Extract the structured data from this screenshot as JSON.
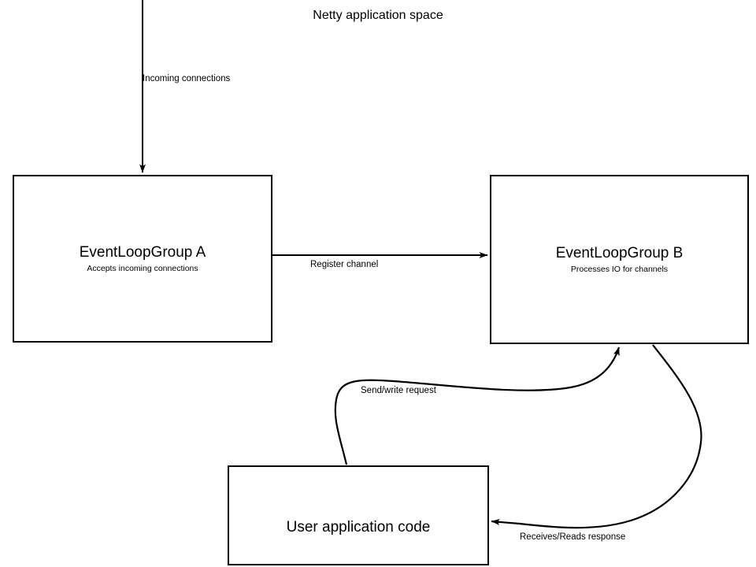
{
  "diagram": {
    "title": "Netty application space",
    "type": "flow-diagram",
    "nodes": [
      {
        "id": "group-a",
        "title": "EventLoopGroup A",
        "subtitle": "Accepts incoming connections"
      },
      {
        "id": "group-b",
        "title": "EventLoopGroup B",
        "subtitle": "Processes IO for channels"
      },
      {
        "id": "user-app",
        "title": "User application code",
        "subtitle": ""
      }
    ],
    "edges": [
      {
        "id": "incoming",
        "label": "Incoming connections",
        "from": "external-top",
        "to": "group-a",
        "style": "straight-vertical-arrow"
      },
      {
        "id": "register",
        "label": "Register channel",
        "from": "group-a",
        "to": "group-b",
        "style": "straight-horizontal-arrow"
      },
      {
        "id": "send",
        "label": "Send/write request",
        "from": "user-app",
        "to": "group-b",
        "style": "curved-arrow"
      },
      {
        "id": "receives",
        "label": "Receives/Reads response",
        "from": "group-b",
        "to": "user-app",
        "style": "curved-arrow"
      }
    ],
    "colors": {
      "stroke": "#000000",
      "fill": "#ffffff",
      "text": "#000000"
    }
  }
}
